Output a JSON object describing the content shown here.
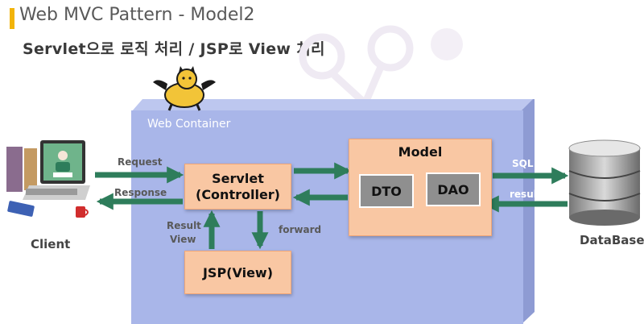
{
  "title": "Web MVC Pattern - Model2",
  "subtitle": "Servlet으로 로직 처리 / JSP로 View 처리",
  "container": {
    "label": "Web Container"
  },
  "nodes": {
    "servlet": {
      "line1": "Servlet",
      "line2": "(Controller)"
    },
    "jsp": "JSP(View)",
    "model": "Model",
    "dto": "DTO",
    "dao": "DAO",
    "client": "Client",
    "database": "DataBase"
  },
  "edges": {
    "request": "Request",
    "response": "Response",
    "result_view_1": "Result",
    "result_view_2": "View",
    "forward": "forward",
    "sql": "SQL",
    "result": "result"
  },
  "colors": {
    "arrow": "#2e7d5b",
    "container": "#a9b6e9",
    "box": "#f9c7a3",
    "inner_box": "#8f8f8f",
    "accent": "#f2b40a"
  },
  "icons": [
    "tomcat-logo",
    "laptop-icon",
    "database-icon"
  ]
}
